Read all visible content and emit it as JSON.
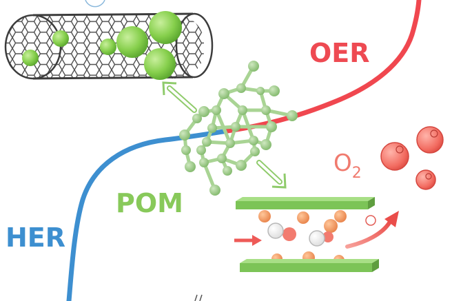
{
  "labels": {
    "oer": "OER",
    "her": "HER",
    "pom": "POM",
    "o2_main": "O",
    "o2_sub": "2"
  },
  "colors": {
    "oer_curve": "#f0474f",
    "her_curve": "#3d8fd0",
    "pom_green": "#88c95a",
    "cluster_green": "#9fcf8a",
    "sphere_green": "#7ec84a",
    "nanotube_gray": "#555555",
    "layer_green": "#7cc457",
    "orange_atom": "#f29a62",
    "red_bubble": "#f26b60",
    "arrow_red": "#ee5a57"
  },
  "icons": [
    "carbon-nanotube-icon",
    "polyoxometalate-cluster-icon",
    "layered-material-icon",
    "oxygen-bubbles-icon"
  ]
}
